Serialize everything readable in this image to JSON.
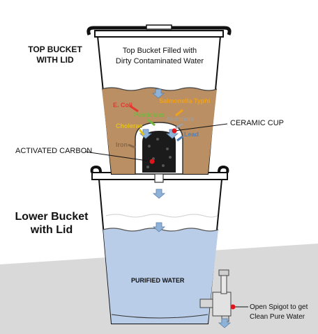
{
  "labels": {
    "top_bucket": [
      "TOP BUCKET",
      "WITH LID"
    ],
    "top_bucket_desc": [
      "Top Bucket Filled with",
      "Dirty Contaminated Water"
    ],
    "ceramic_cup": "CERAMIC CUP",
    "activated_carbon": "ACTIVATED CARBON",
    "lower_bucket": [
      "Lower Bucket",
      "with Lid"
    ],
    "purified_water": "PURIFIED WATER",
    "spigot_desc": [
      "Open Spigot to get",
      "Clean Pure Water"
    ]
  },
  "contaminants": [
    {
      "name": "E. Coli",
      "color": "#e2382f"
    },
    {
      "name": "Salmonella Typhi",
      "color": "#f0a21c"
    },
    {
      "name": "Pesticides",
      "color": "#74b843"
    },
    {
      "name": "Aluminum",
      "color": "#9aa0a6"
    },
    {
      "name": "Cholerae",
      "color": "#e6c318"
    },
    {
      "name": "Iron",
      "color": "#8a6a4a"
    },
    {
      "name": "Lead",
      "color": "#4f81bd"
    }
  ],
  "colors": {
    "dirty_water": "#b98f63",
    "clean_water": "#b9cde8",
    "pointer_dot": "#e0141b",
    "flow_arrow": "#8fb3d8"
  }
}
